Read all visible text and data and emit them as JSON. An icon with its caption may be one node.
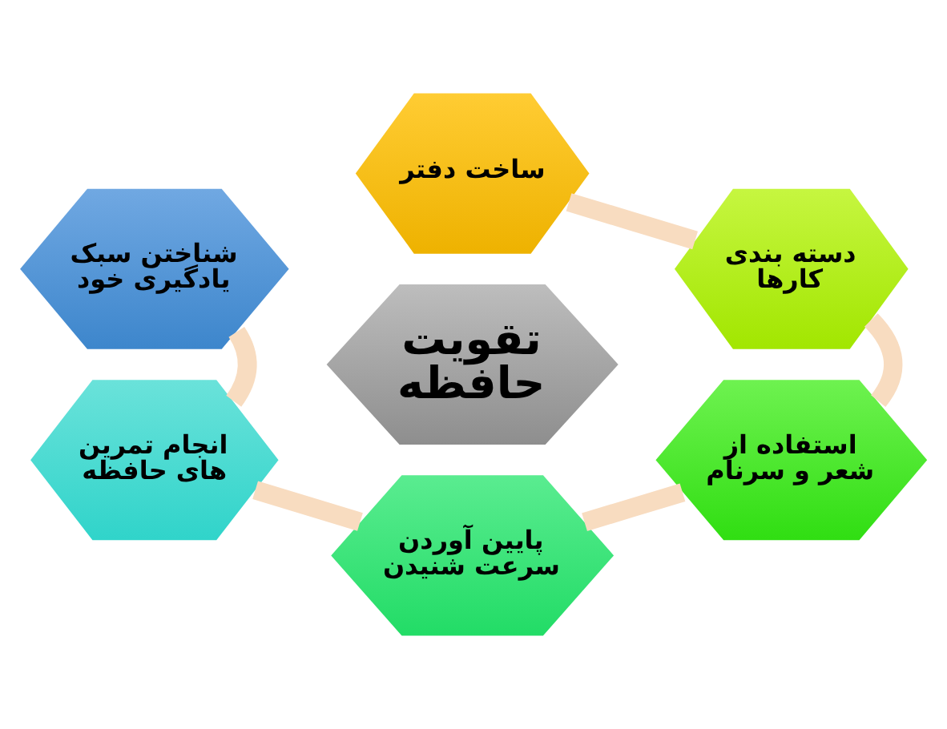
{
  "diagram": {
    "nodes": [
      {
        "text": [
          "تقویت حافظه"
        ]
      },
      {
        "text": [
          "ساخت دفتر"
        ]
      },
      {
        "text": [
          "دسته بندی کارها"
        ]
      },
      {
        "text": [
          "استفاده از شعر و سرنام"
        ]
      },
      {
        "text": [
          "پایین آوردن سرعت شنیدن"
        ]
      },
      {
        "text": [
          "انجام تمرین های حافظه"
        ]
      },
      {
        "text": [
          "شناختن سبک یادگیری خود"
        ]
      }
    ],
    "edges": [
      {
        "from": 1,
        "to": 2,
        "arrow": "none"
      },
      {
        "from": 2,
        "to": 3,
        "arrow": "none"
      },
      {
        "from": 3,
        "to": 4,
        "arrow": "none"
      },
      {
        "from": 4,
        "to": 5,
        "arrow": "none"
      },
      {
        "from": 5,
        "to": 6,
        "arrow": "none"
      }
    ]
  }
}
